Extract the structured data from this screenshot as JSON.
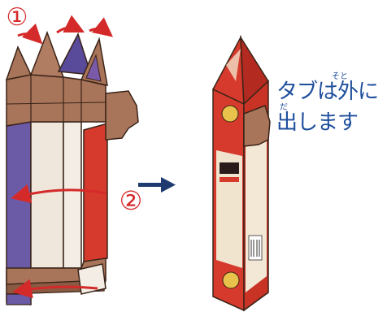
{
  "labels": {
    "step1": "①",
    "step2": "②"
  },
  "instruction": {
    "line1": "タブは外に",
    "line2": "出します",
    "ruby_soto": "そと",
    "ruby_da": "だ"
  },
  "colors": {
    "cardboard": "#a8745a",
    "cardboard_dark": "#8a5a42",
    "outline": "#3a2418",
    "panel_purple": "#6b5aa6",
    "panel_cream": "#efe6dc",
    "panel_red": "#d63a2c",
    "arrow_red": "#d42a2a",
    "arrow_navy": "#1e3a6e",
    "text_blue": "#1e4f9c"
  }
}
